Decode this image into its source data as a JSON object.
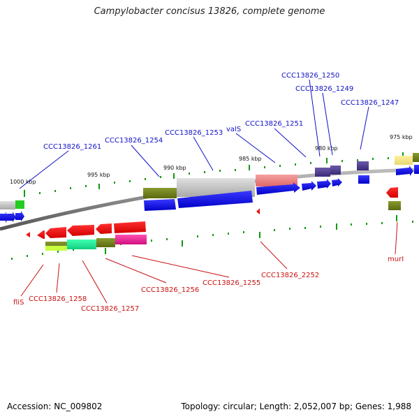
{
  "title": "Campylobacter concisus 13826, complete genome",
  "accession": "Accession: NC_009802",
  "summary": "Topology: circular; Length: 2,052,007 bp; Genes: 1,988",
  "ticks": [
    "1000 kbp",
    "995 kbp",
    "990 kbp",
    "985 kbp",
    "980 kbp",
    "975 kbp"
  ],
  "genes_top": [
    "CCC13826_1261",
    "CCC13826_1254",
    "CCC13826_1253",
    "valS",
    "CCC13826_1251",
    "CCC13826_1250",
    "CCC13826_1249",
    "CCC13826_1247"
  ],
  "genes_bottom": [
    "fliS",
    "CCC13826_1258",
    "CCC13826_1257",
    "CCC13826_1256",
    "CCC13826_1255",
    "CCC13826_2252",
    "murI"
  ],
  "colors": {
    "cds": "#0000ee",
    "cds_reverse": "#ee0000",
    "backbone": "#777777",
    "tick": "#119911",
    "label_forward": "#1010c8",
    "label_reverse": "#c81010"
  }
}
